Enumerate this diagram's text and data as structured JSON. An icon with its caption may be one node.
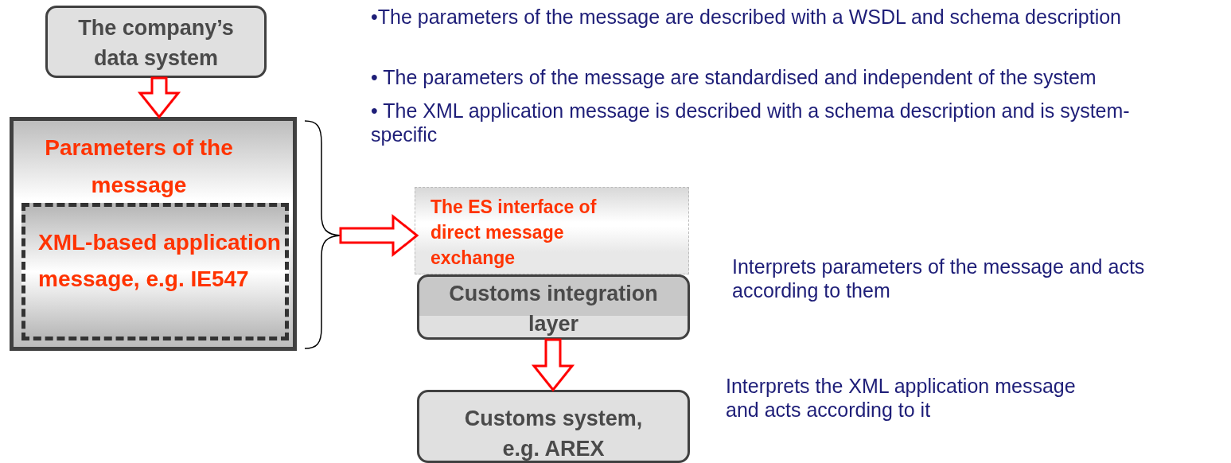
{
  "diagram": {
    "nodes": [
      {
        "text": [
          "The company’s data system"
        ]
      },
      {
        "text": [
          "Parameters of the message"
        ]
      },
      {
        "text": [
          "XML-based application message, e.g. IE547"
        ],
        "in": 1
      },
      {
        "text": [
          "The ES interface of direct message exchange"
        ]
      },
      {
        "text": [
          "Customs integration layer"
        ]
      },
      {
        "text": [
          "Customs system, e.g. AREX"
        ]
      }
    ],
    "edges": [
      {
        "from": 0,
        "to": 1,
        "arrow": "to"
      },
      {
        "from": 1,
        "to": 3,
        "arrow": "to"
      },
      {
        "from": 4,
        "to": 5,
        "arrow": "to"
      }
    ],
    "labels": [
      "•The parameters of the message are described with a WSDL and schema description",
      "• The parameters of the message are standardised and independent of the system",
      "• The XML application message is described with a schema description and is system-specific",
      "Interprets parameters of the message and acts according to them",
      "Interprets the XML application message and acts according to it"
    ]
  }
}
